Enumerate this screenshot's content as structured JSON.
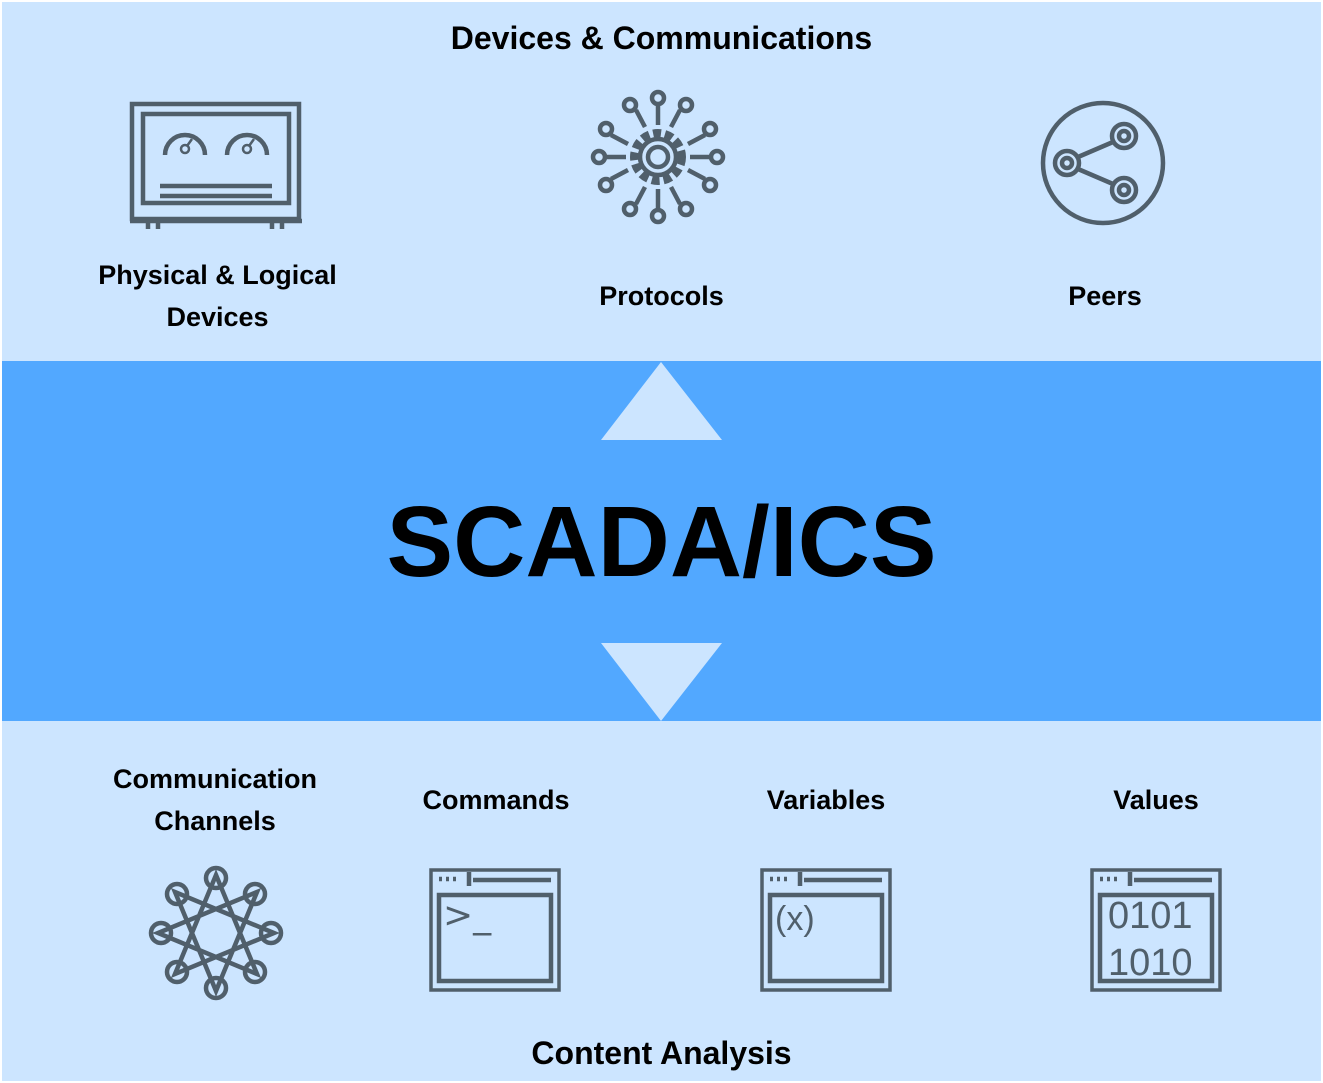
{
  "top": {
    "title": "Devices & Communications",
    "items": [
      {
        "label": "Physical & Logical Devices",
        "line1": "Physical & Logical",
        "line2": "Devices",
        "icon": "monitor-gauges-icon"
      },
      {
        "label": "Protocols",
        "icon": "gear-network-icon"
      },
      {
        "label": "Peers",
        "icon": "share-icon"
      }
    ]
  },
  "middle": {
    "title": "SCADA/ICS"
  },
  "bottom": {
    "title": "Content Analysis",
    "items": [
      {
        "label": "Communication Channels",
        "line1": "Communication",
        "line2": "Channels",
        "icon": "star-network-icon"
      },
      {
        "label": "Commands",
        "icon": "terminal-window-icon",
        "glyph": ">_"
      },
      {
        "label": "Variables",
        "icon": "variable-window-icon",
        "glyph": "(x)"
      },
      {
        "label": "Values",
        "icon": "binary-window-icon",
        "glyph1": "0101",
        "glyph2": "1010"
      }
    ]
  },
  "colors": {
    "light": "#cce5ff",
    "accent": "#52a8ff",
    "icon": "#505f6b"
  }
}
